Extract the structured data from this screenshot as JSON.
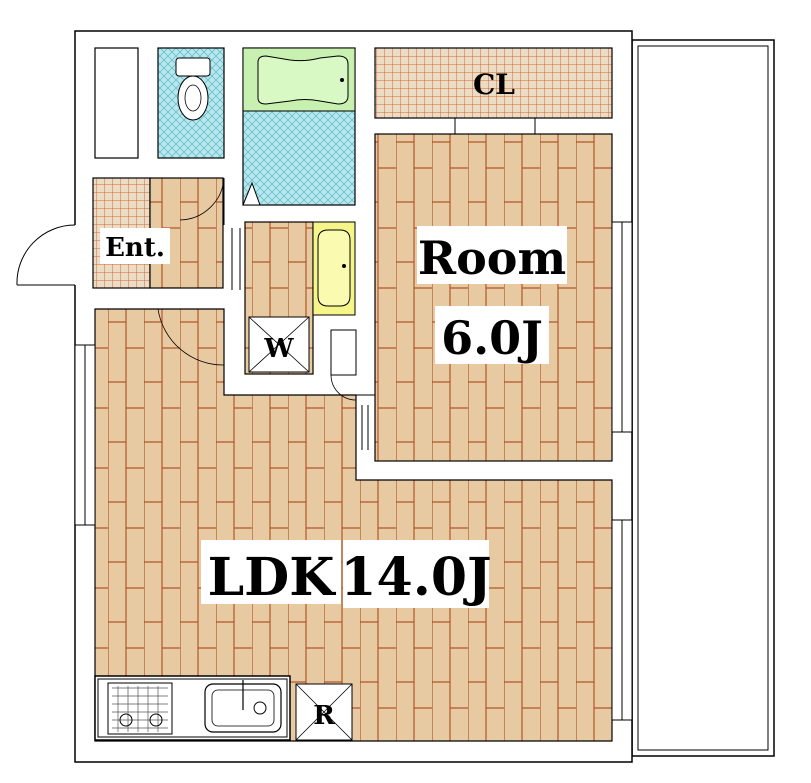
{
  "labels": {
    "closet": "CL",
    "entrance": "Ent.",
    "room_name": "Room",
    "room_size": "6.0J",
    "washer": "W",
    "ldk_name": "LDK",
    "ldk_size": "14.0J",
    "refrigerator": "R"
  },
  "colors": {
    "wall_line": "#000000",
    "floor_wood": "#e7c9a2",
    "floor_grain": "#b2562b",
    "tile_blue": "#b8e8ee",
    "tile_blue_grid": "#5fb7c6",
    "tile_orange": "#eddcc4",
    "tile_orange_grid": "#c96a3a",
    "bathtub": "#c8f0b0",
    "basin": "#f5f58a",
    "wall_fill": "#ffffff"
  },
  "fixtures": {
    "toilet_icon": "toilet-icon",
    "bathtub_icon": "bathtub-icon",
    "basin_icon": "wash-basin-icon",
    "stove_icon": "stove-icon",
    "sink_icon": "kitchen-sink-icon"
  }
}
